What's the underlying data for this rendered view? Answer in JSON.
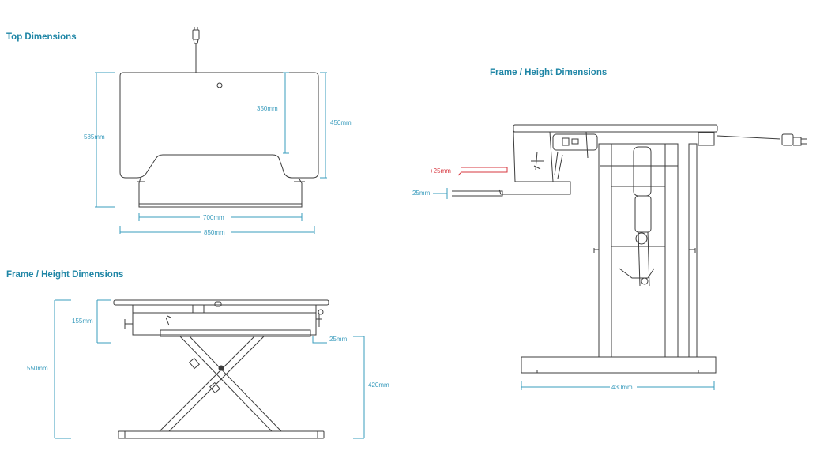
{
  "headings": {
    "top": "Top Dimensions",
    "frame": "Frame / Height Dimensions",
    "side": "Frame / Height Dimensions"
  },
  "top_view": {
    "depth_total": "585mm",
    "depth_inner": "350mm",
    "depth_right": "450mm",
    "width_base": "700mm",
    "width_total": "850mm"
  },
  "frame_view": {
    "deck_height": "155mm",
    "overall_height": "550mm",
    "keyboard_drop": "25mm",
    "lift_height": "420mm"
  },
  "side_view": {
    "tray_up": "+25mm",
    "tray_down": "25mm",
    "base_depth": "430mm"
  },
  "colors": {
    "dimension_line": "#3a9cbd",
    "heading": "#1f86a6",
    "highlight": "#d7373f",
    "outline": "#3c3c3c"
  }
}
